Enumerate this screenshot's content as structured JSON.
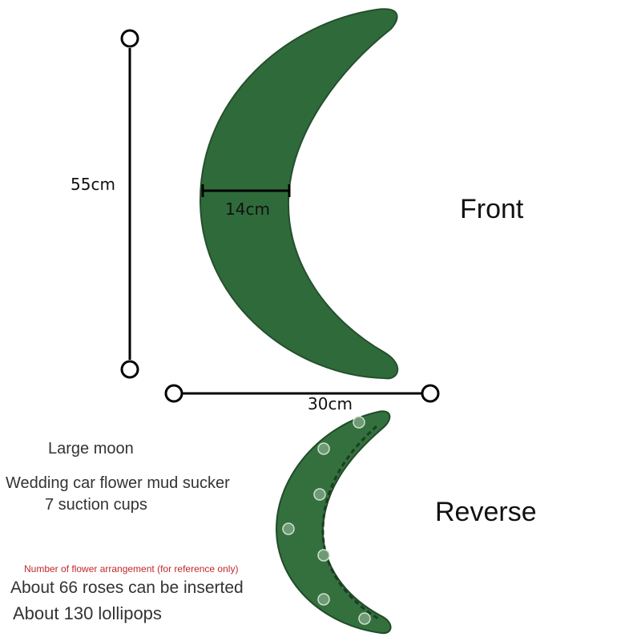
{
  "product": {
    "name": "Large moon",
    "description": "Wedding car flower mud sucker",
    "suction_cups": "7 suction cups"
  },
  "dimensions": {
    "height": "55cm",
    "width": "30cm",
    "band_width": "14cm"
  },
  "views": {
    "front_label": "Front",
    "reverse_label": "Reverse"
  },
  "arrangement": {
    "note": "Number of flower arrangement (for reference only)",
    "roses": "About 66 roses can be inserted",
    "lollipops": "About 130 lollipops"
  },
  "colors": {
    "foam_green": "#2f6b3a",
    "foam_dark": "#1f4a27",
    "note_red": "#c0282c"
  }
}
